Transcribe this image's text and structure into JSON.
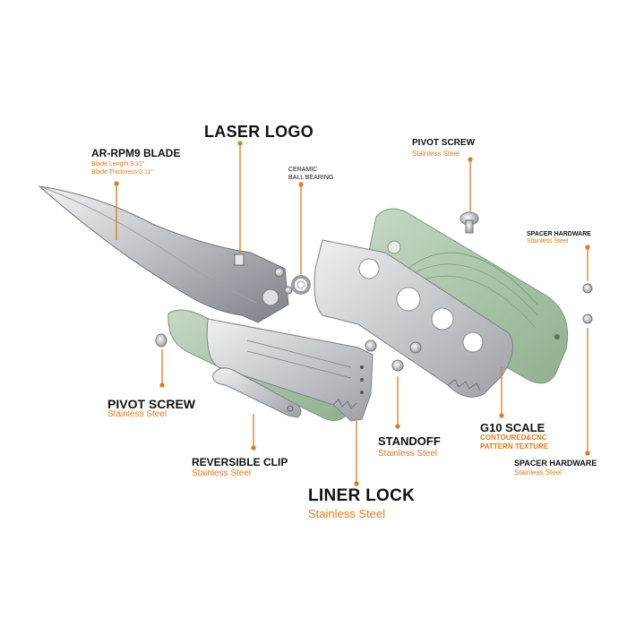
{
  "colors": {
    "accent": "#e07a1f",
    "text": "#111111",
    "g10": "#a8c3a8",
    "steel": "#c9ccd0"
  },
  "labels": {
    "laser_logo": {
      "title": "LASER LOGO"
    },
    "blade": {
      "title": "AR-RPM9 BLADE",
      "specs": [
        "Blade Length:3.31\"",
        "Blade Thickness:0.11\""
      ]
    },
    "bearing": {
      "lines": [
        "CERAMIC",
        "BALL BEARING"
      ]
    },
    "pivot_top": {
      "title": "PIVOT SCREW",
      "sub": "Stainless Steel"
    },
    "spacer_top": {
      "title": "SPACER HARDWARE",
      "sub": "Stainless Steel"
    },
    "pivot_left": {
      "title": "PIVOT SCREW",
      "sub": "Stainless Steel"
    },
    "clip": {
      "title": "REVERSIBLE CLIP",
      "sub": "Stainless Steel"
    },
    "liner": {
      "title": "LINER LOCK",
      "sub": "Stainless Steel"
    },
    "standoff": {
      "title": "STANDOFF",
      "sub": "Stainless Steel"
    },
    "g10": {
      "title": "G10 SCALE",
      "subs": [
        "CONTOURED&CNC",
        "PATTERN TEXTURE"
      ]
    },
    "spacer_bottom": {
      "title": "SPACER HARDWARE",
      "sub": "Stainless Steel"
    }
  }
}
